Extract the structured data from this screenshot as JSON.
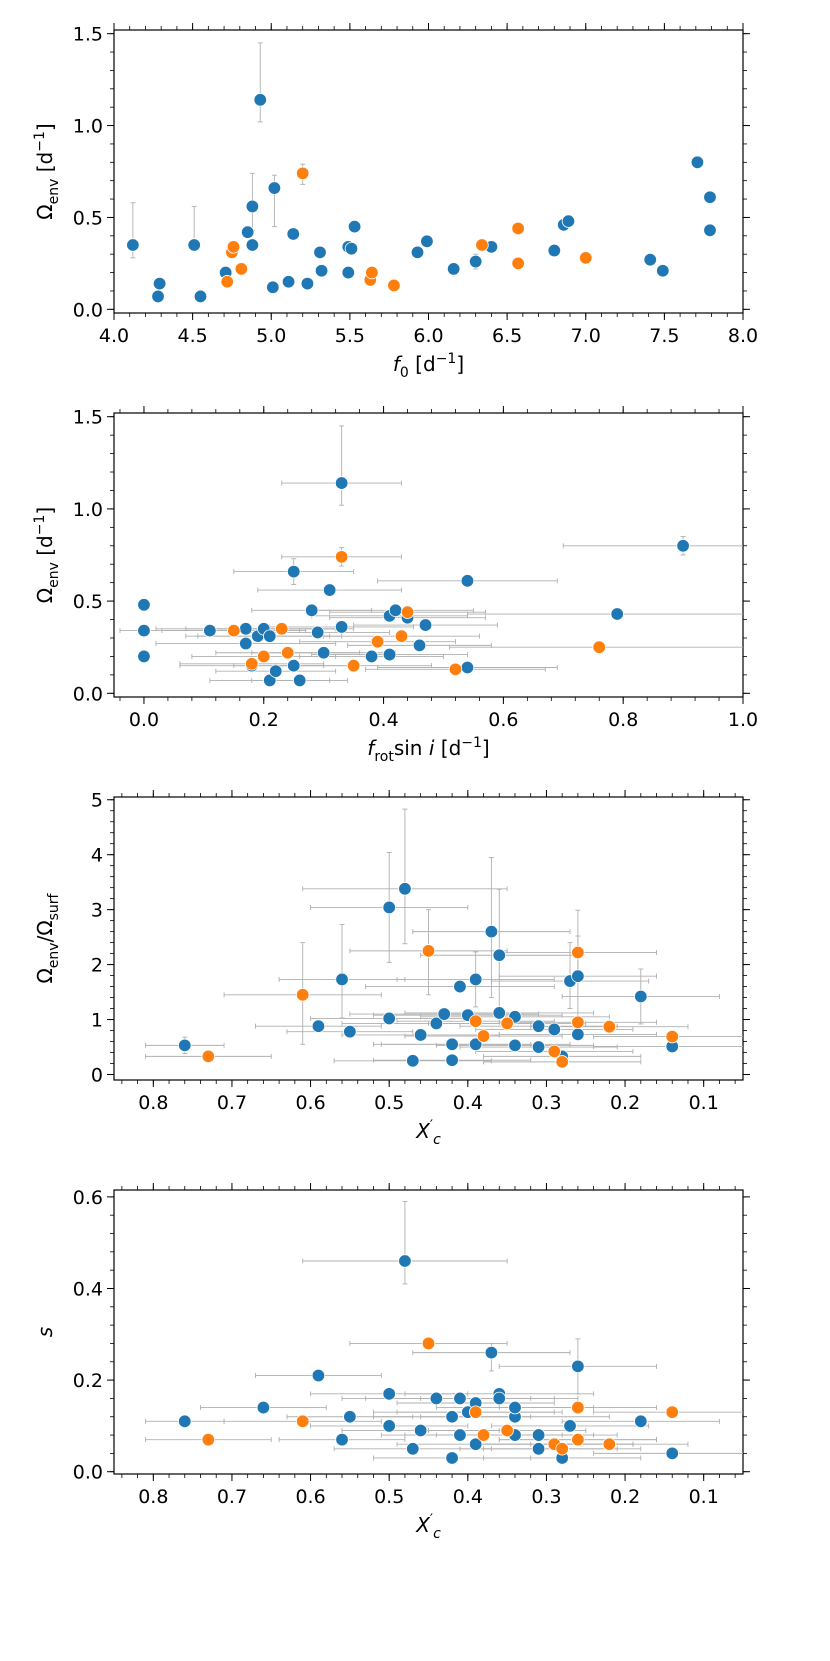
{
  "colors": {
    "series_a": "#1f77b4",
    "series_b": "#ff7f0e",
    "errorbar": "#b0b0b0",
    "axis": "#000000"
  },
  "chart_data": [
    {
      "type": "scatter",
      "title": "",
      "xlabel": "f0 [d−1]",
      "ylabel": "Ωenv [d−1]",
      "xlim": [
        4.0,
        8.0
      ],
      "ylim": [
        -0.02,
        1.52
      ],
      "xticks": [
        "4.0",
        "4.5",
        "5.0",
        "5.5",
        "6.0",
        "6.5",
        "7.0",
        "7.5",
        "8.0"
      ],
      "yticks": [
        "0.0",
        "0.5",
        "1.0",
        "1.5"
      ],
      "grid": false,
      "series": [
        {
          "color": "#1f77b4",
          "points": [
            [
              4.12,
              0.35,
              0,
              0.23,
              0.07
            ],
            [
              4.28,
              0.07
            ],
            [
              4.29,
              0.14
            ],
            [
              4.51,
              0.35,
              0,
              0.21,
              0.03
            ],
            [
              4.55,
              0.07
            ],
            [
              4.71,
              0.2
            ],
            [
              4.85,
              0.42
            ],
            [
              4.88,
              0.56,
              0,
              0.18,
              0.13
            ],
            [
              4.88,
              0.35
            ],
            [
              4.93,
              1.14,
              0,
              0.31,
              0.12
            ],
            [
              5.01,
              0.12
            ],
            [
              5.02,
              0.66,
              0,
              0.07,
              0.21
            ],
            [
              5.11,
              0.15
            ],
            [
              5.14,
              0.41
            ],
            [
              5.23,
              0.14
            ],
            [
              5.31,
              0.31
            ],
            [
              5.32,
              0.21
            ],
            [
              5.49,
              0.2
            ],
            [
              5.49,
              0.34
            ],
            [
              5.51,
              0.33
            ],
            [
              5.53,
              0.45
            ],
            [
              5.93,
              0.31
            ],
            [
              5.99,
              0.37
            ],
            [
              6.16,
              0.22
            ],
            [
              6.3,
              0.26,
              0,
              0.04,
              0.04
            ],
            [
              6.4,
              0.34
            ],
            [
              6.8,
              0.32
            ],
            [
              6.86,
              0.46
            ],
            [
              6.89,
              0.48
            ],
            [
              7.41,
              0.27
            ],
            [
              7.49,
              0.21
            ],
            [
              7.71,
              0.8
            ],
            [
              7.79,
              0.61
            ],
            [
              7.79,
              0.43
            ]
          ]
        },
        {
          "color": "#ff7f0e",
          "points": [
            [
              4.72,
              0.15
            ],
            [
              4.75,
              0.31
            ],
            [
              4.76,
              0.34
            ],
            [
              4.81,
              0.22
            ],
            [
              5.2,
              0.74,
              0,
              0.05,
              0.06
            ],
            [
              5.63,
              0.16
            ],
            [
              5.64,
              0.2
            ],
            [
              5.78,
              0.13
            ],
            [
              6.34,
              0.35
            ],
            [
              6.57,
              0.44
            ],
            [
              6.57,
              0.25
            ],
            [
              7.0,
              0.28
            ]
          ]
        }
      ]
    },
    {
      "type": "scatter",
      "title": "",
      "xlabel": "frotsin i [d−1]",
      "ylabel": "Ωenv [d−1]",
      "xlim": [
        -0.05,
        1.0
      ],
      "ylim": [
        -0.02,
        1.52
      ],
      "xticks": [
        "0.0",
        "0.2",
        "0.4",
        "0.6",
        "0.8",
        "1.0"
      ],
      "yticks": [
        "0.0",
        "0.5",
        "1.0",
        "1.5"
      ],
      "grid": false,
      "series": [
        {
          "color": "#1f77b4",
          "points": [
            [
              0.0,
              0.48
            ],
            [
              0.0,
              0.34
            ],
            [
              0.0,
              0.2,
              0,
              0.03,
              0.03
            ],
            [
              0.11,
              0.34,
              0.15
            ],
            [
              0.17,
              0.27,
              0.15
            ],
            [
              0.17,
              0.35,
              0.15
            ],
            [
              0.18,
              0.15,
              0.12
            ],
            [
              0.19,
              0.31,
              0.12
            ],
            [
              0.2,
              0.35,
              0.13
            ],
            [
              0.21,
              0.07,
              0.1
            ],
            [
              0.21,
              0.31,
              0.12
            ],
            [
              0.22,
              0.12,
              0.1
            ],
            [
              0.25,
              0.66,
              0.1,
              0.07,
              0.07
            ],
            [
              0.25,
              0.15,
              0.1
            ],
            [
              0.26,
              0.07,
              0.08
            ],
            [
              0.28,
              0.45,
              0.1
            ],
            [
              0.29,
              0.33,
              0.12
            ],
            [
              0.3,
              0.22,
              0.12
            ],
            [
              0.31,
              0.56,
              0.12
            ],
            [
              0.33,
              1.14,
              0.1,
              0.31,
              0.12
            ],
            [
              0.33,
              0.36,
              0.12
            ],
            [
              0.38,
              0.2,
              0.12
            ],
            [
              0.41,
              0.21,
              0.13
            ],
            [
              0.41,
              0.42,
              0.13
            ],
            [
              0.42,
              0.45,
              0.13
            ],
            [
              0.44,
              0.41,
              0.13
            ],
            [
              0.46,
              0.26,
              0.12
            ],
            [
              0.47,
              0.37,
              0.12
            ],
            [
              0.54,
              0.61,
              0.15
            ],
            [
              0.54,
              0.14,
              0.15
            ],
            [
              0.79,
              0.43,
              0.25
            ],
            [
              0.9,
              0.8,
              0.2,
              0.05,
              0.05
            ]
          ]
        },
        {
          "color": "#ff7f0e",
          "points": [
            [
              0.15,
              0.34,
              0.12
            ],
            [
              0.18,
              0.16,
              0.12
            ],
            [
              0.2,
              0.2,
              0.12
            ],
            [
              0.23,
              0.35,
              0.12
            ],
            [
              0.24,
              0.22,
              0.12
            ],
            [
              0.33,
              0.74,
              0.1,
              0.05,
              0.05
            ],
            [
              0.35,
              0.15,
              0.13
            ],
            [
              0.39,
              0.28,
              0.13
            ],
            [
              0.43,
              0.31,
              0.13
            ],
            [
              0.44,
              0.44,
              0.13
            ],
            [
              0.52,
              0.13,
              0.15
            ],
            [
              0.76,
              0.25,
              0.25
            ]
          ]
        }
      ]
    },
    {
      "type": "scatter",
      "title": "",
      "xlabel": "X′c",
      "ylabel": "Ωenv/Ωsurf",
      "xlim": [
        0.85,
        0.05
      ],
      "ylim": [
        -0.1,
        5.05
      ],
      "xticks": [
        "0.8",
        "0.7",
        "0.6",
        "0.5",
        "0.4",
        "0.3",
        "0.2",
        "0.1"
      ],
      "yticks": [
        "0",
        "1",
        "2",
        "3",
        "4",
        "5"
      ],
      "grid": false,
      "series": [
        {
          "color": "#1f77b4",
          "points": [
            [
              0.76,
              0.53,
              0.05,
              0.15,
              0.15
            ],
            [
              0.59,
              0.88,
              0.08
            ],
            [
              0.56,
              1.73,
              0.08,
              1.0,
              0.7
            ],
            [
              0.55,
              0.78,
              0.08
            ],
            [
              0.5,
              3.04,
              0.1,
              1.0,
              1.0
            ],
            [
              0.5,
              1.02,
              0.1
            ],
            [
              0.48,
              3.38,
              0.13,
              1.45,
              1.0
            ],
            [
              0.47,
              0.25,
              0.1
            ],
            [
              0.46,
              0.72,
              0.1
            ],
            [
              0.44,
              0.93,
              0.12
            ],
            [
              0.43,
              1.1,
              0.12
            ],
            [
              0.42,
              0.26,
              0.1
            ],
            [
              0.42,
              0.55,
              0.1
            ],
            [
              0.41,
              1.6,
              0.12
            ],
            [
              0.4,
              1.08,
              0.12
            ],
            [
              0.39,
              0.55,
              0.12
            ],
            [
              0.39,
              1.73,
              0.1,
              0.5,
              0.5
            ],
            [
              0.37,
              2.6,
              0.1,
              1.35,
              1.2
            ],
            [
              0.36,
              1.12,
              0.12
            ],
            [
              0.36,
              2.17,
              0.1,
              1.2,
              1.0
            ],
            [
              0.34,
              1.05,
              0.12
            ],
            [
              0.34,
              0.53,
              0.1
            ],
            [
              0.31,
              0.5,
              0.1
            ],
            [
              0.31,
              0.88,
              0.1
            ],
            [
              0.29,
              0.82,
              0.1
            ],
            [
              0.28,
              0.33,
              0.1
            ],
            [
              0.27,
              1.7,
              0.1,
              0.7,
              0.5
            ],
            [
              0.26,
              1.79,
              0.1,
              1.2,
              0.8
            ],
            [
              0.26,
              0.73,
              0.1
            ],
            [
              0.18,
              1.42,
              0.1,
              0.5,
              0.5
            ],
            [
              0.14,
              0.51,
              0.1
            ]
          ]
        },
        {
          "color": "#ff7f0e",
          "points": [
            [
              0.73,
              0.33,
              0.08
            ],
            [
              0.61,
              1.45,
              0.1,
              0.95,
              0.9
            ],
            [
              0.45,
              2.25,
              0.1,
              0.75,
              0.8
            ],
            [
              0.39,
              0.97,
              0.1
            ],
            [
              0.38,
              0.7,
              0.1
            ],
            [
              0.35,
              0.93,
              0.1
            ],
            [
              0.29,
              0.42,
              0.1
            ],
            [
              0.28,
              0.23,
              0.1
            ],
            [
              0.26,
              2.22,
              0.1,
              0.3,
              0.4
            ],
            [
              0.26,
              0.95,
              0.1
            ],
            [
              0.22,
              0.87,
              0.1
            ],
            [
              0.14,
              0.69,
              0.1
            ]
          ]
        }
      ]
    },
    {
      "type": "scatter",
      "title": "",
      "xlabel": "X′c",
      "ylabel": "s",
      "xlim": [
        0.85,
        0.05
      ],
      "ylim": [
        -0.005,
        0.615
      ],
      "xticks": [
        "0.8",
        "0.7",
        "0.6",
        "0.5",
        "0.4",
        "0.3",
        "0.2",
        "0.1"
      ],
      "yticks": [
        "0.0",
        "0.2",
        "0.4",
        "0.6"
      ],
      "grid": false,
      "series": [
        {
          "color": "#1f77b4",
          "points": [
            [
              0.76,
              0.11,
              0.05
            ],
            [
              0.66,
              0.14,
              0.08
            ],
            [
              0.59,
              0.21,
              0.08
            ],
            [
              0.56,
              0.07,
              0.08
            ],
            [
              0.55,
              0.12,
              0.08
            ],
            [
              0.5,
              0.17,
              0.1
            ],
            [
              0.5,
              0.1,
              0.1
            ],
            [
              0.48,
              0.46,
              0.13,
              0.13,
              0.05
            ],
            [
              0.47,
              0.05,
              0.1
            ],
            [
              0.46,
              0.09,
              0.1
            ],
            [
              0.44,
              0.16,
              0.12
            ],
            [
              0.42,
              0.03,
              0.1
            ],
            [
              0.42,
              0.12,
              0.1
            ],
            [
              0.41,
              0.08,
              0.1
            ],
            [
              0.41,
              0.16,
              0.12
            ],
            [
              0.4,
              0.13,
              0.12
            ],
            [
              0.39,
              0.15,
              0.1
            ],
            [
              0.39,
              0.06,
              0.1
            ],
            [
              0.37,
              0.26,
              0.1,
              0.02,
              0.04
            ],
            [
              0.36,
              0.17,
              0.12
            ],
            [
              0.36,
              0.16,
              0.1
            ],
            [
              0.34,
              0.12,
              0.12
            ],
            [
              0.34,
              0.08,
              0.1
            ],
            [
              0.34,
              0.14,
              0.1
            ],
            [
              0.31,
              0.08,
              0.1
            ],
            [
              0.31,
              0.05,
              0.1
            ],
            [
              0.29,
              0.06,
              0.1
            ],
            [
              0.28,
              0.03,
              0.1
            ],
            [
              0.27,
              0.1,
              0.1
            ],
            [
              0.26,
              0.23,
              0.1,
              0.06,
              0.06
            ],
            [
              0.26,
              0.07,
              0.1
            ],
            [
              0.18,
              0.11,
              0.1
            ],
            [
              0.14,
              0.04,
              0.1
            ]
          ]
        },
        {
          "color": "#ff7f0e",
          "points": [
            [
              0.73,
              0.07,
              0.08
            ],
            [
              0.61,
              0.11,
              0.1
            ],
            [
              0.45,
              0.28,
              0.1,
              0.01,
              0.01
            ],
            [
              0.39,
              0.13,
              0.1
            ],
            [
              0.38,
              0.08,
              0.1
            ],
            [
              0.35,
              0.09,
              0.1
            ],
            [
              0.29,
              0.06,
              0.1
            ],
            [
              0.28,
              0.05,
              0.1
            ],
            [
              0.26,
              0.14,
              0.1
            ],
            [
              0.26,
              0.07,
              0.1
            ],
            [
              0.22,
              0.06,
              0.1
            ],
            [
              0.14,
              0.13,
              0.1
            ]
          ]
        }
      ]
    }
  ]
}
